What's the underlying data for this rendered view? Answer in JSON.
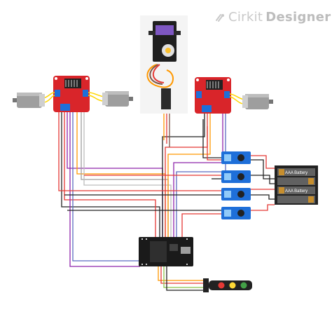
{
  "brand": {
    "name_prefix": "Cirkit",
    "name_suffix": "Designer",
    "icon": "cirkit-logo-icon"
  },
  "components": {
    "battery_label_1": "AAA Battery",
    "battery_label_2": "AAA Battery"
  },
  "colors": {
    "driver_board": "#d9252a",
    "motor_body": "#9e9e9e",
    "servo_body": "#1f1f1f",
    "regulator_board": "#1e6fd9",
    "mcu_board": "#1a1a1a",
    "traffic_red": "#e53935",
    "traffic_yellow": "#fdd835",
    "traffic_green": "#43a047"
  }
}
